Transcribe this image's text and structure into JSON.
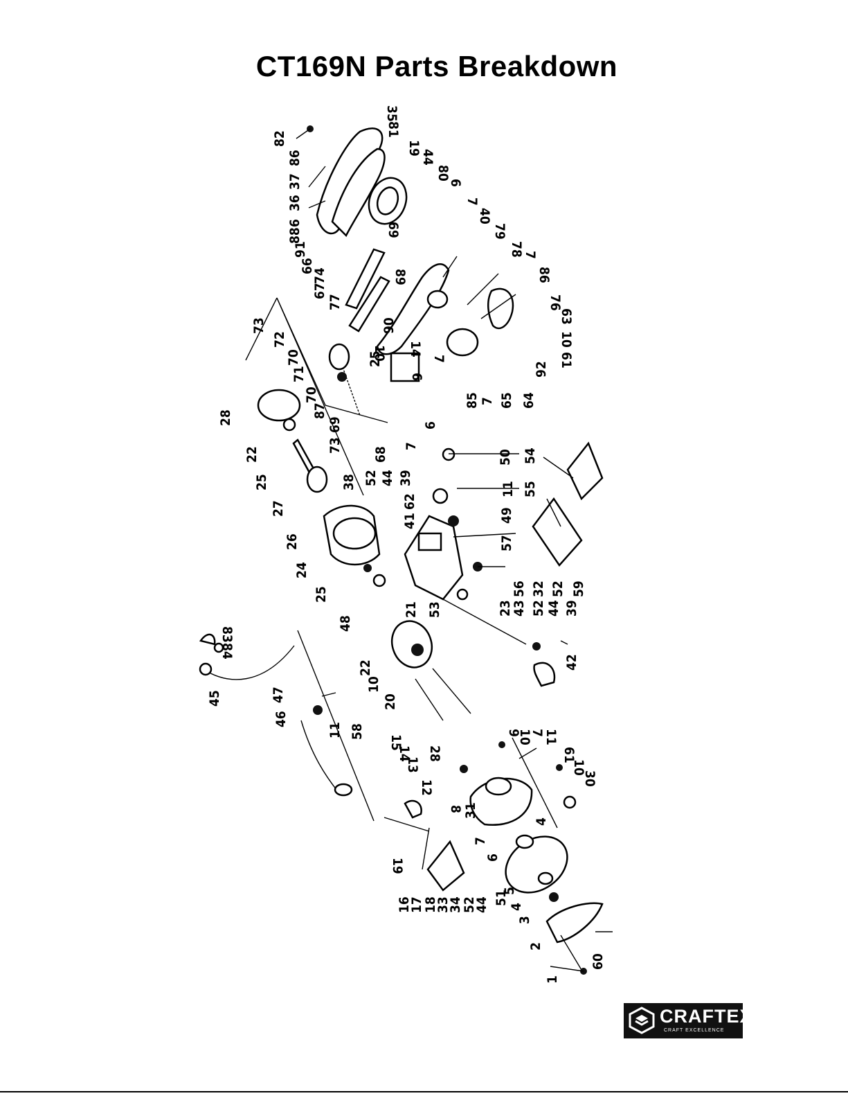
{
  "title": "CT169N Parts Breakdown",
  "logo": {
    "word": "CRAFTEX",
    "tagline": "CRAFT EXCELLENCE"
  },
  "callouts": [
    "35",
    "82",
    "37",
    "86",
    "81",
    "19",
    "44",
    "80",
    "6",
    "36",
    "7",
    "69",
    "40",
    "6",
    "88",
    "91",
    "79",
    "66",
    "78",
    "7",
    "67",
    "74",
    "89",
    "86",
    "77",
    "73",
    "72",
    "70",
    "71",
    "25",
    "90",
    "14",
    "6",
    "7",
    "76",
    "63",
    "10",
    "10",
    "61",
    "92",
    "70",
    "28",
    "22",
    "25",
    "73",
    "69",
    "87",
    "85",
    "7",
    "65",
    "64",
    "6",
    "68",
    "7",
    "50",
    "54",
    "38",
    "52",
    "44",
    "39",
    "11",
    "27",
    "62",
    "41",
    "49",
    "55",
    "26",
    "57",
    "24",
    "25",
    "56",
    "32",
    "52",
    "59",
    "48",
    "21",
    "53",
    "23",
    "43",
    "52",
    "44",
    "39",
    "42",
    "22",
    "10",
    "20",
    "45",
    "84",
    "83",
    "47",
    "46",
    "11",
    "58",
    "9",
    "10",
    "7",
    "11",
    "15",
    "14",
    "13",
    "12",
    "28",
    "8",
    "61",
    "10",
    "30",
    "31",
    "4",
    "19",
    "16",
    "17",
    "18",
    "33",
    "34",
    "52",
    "44",
    "51",
    "7",
    "6",
    "5",
    "4",
    "3",
    "2",
    "60",
    "1"
  ]
}
